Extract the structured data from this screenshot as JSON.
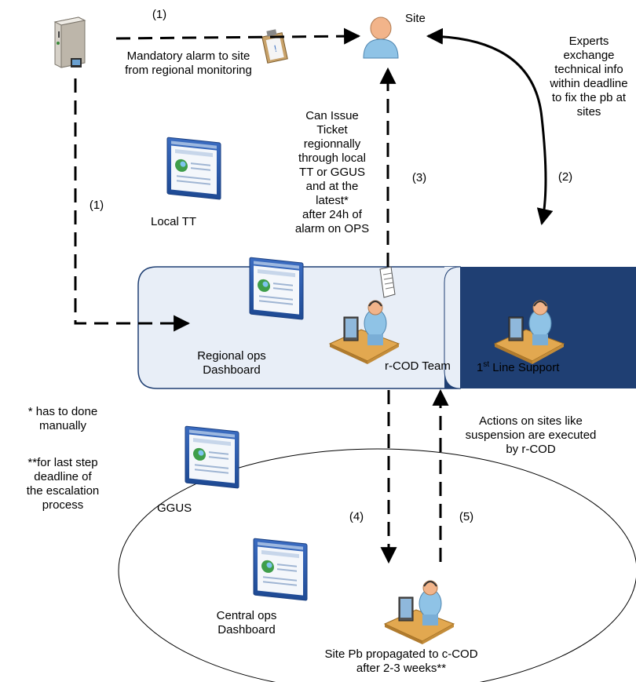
{
  "labels": {
    "step1_top": "(1)",
    "step1_left": "(1)",
    "step2": "(2)",
    "step3": "(3)",
    "step4": "(4)",
    "step5": "(5)",
    "mandatory_alarm_line1": "Mandatory alarm to site",
    "mandatory_alarm_line2": "from regional monitoring",
    "site": "Site",
    "experts_line1": "Experts",
    "experts_line2": "exchange",
    "experts_line3": "technical info",
    "experts_line4": "within deadline",
    "experts_line5": "to fix the pb at",
    "experts_line6": "sites",
    "issue_line1": "Can Issue",
    "issue_line2": "Ticket",
    "issue_line3": "regionnally",
    "issue_line4": "through local",
    "issue_line5": "TT or GGUS",
    "issue_line6": "and at the",
    "issue_line7": "latest*",
    "issue_line8": "after 24h of",
    "issue_line9": "alarm on OPS",
    "local_tt": "Local TT",
    "regional_line1": "Regional ops",
    "regional_line2": "Dashboard",
    "rcod_team": "r-COD Team",
    "first_line_prefix": "1",
    "first_line_sup": "st",
    "first_line_suffix": " Line Support",
    "note1_line1": "* has to done",
    "note1_line2": "manually",
    "note2_line1": "**for last step",
    "note2_line2": "deadline of",
    "note2_line3": "the escalation",
    "note2_line4": "process",
    "actions_line1": "Actions on sites like",
    "actions_line2": "suspension are executed",
    "actions_line3": "by r-COD",
    "ggus": "GGUS",
    "central_line1": "Central ops",
    "central_line2": "Dashboard",
    "propagated_line1": "Site Pb propagated to c-COD",
    "propagated_line2": "after 2-3 weeks**"
  },
  "colors": {
    "regional_box": "#e8eef7",
    "support_box": "#1f3f73",
    "screen_blue": "#2b58a6",
    "person_head": "#f2b48a",
    "person_body": "#8fc3e6"
  }
}
